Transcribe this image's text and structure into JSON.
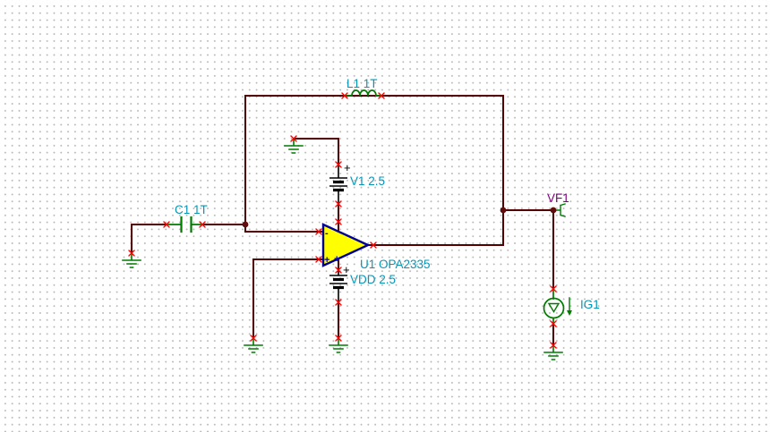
{
  "canvas": {
    "background": "#ffffff",
    "grid_dot_color": "#b9b9b9"
  },
  "colors": {
    "wire": "#550000",
    "component_green": "#007b00",
    "terminal_red": "#ff0000",
    "value_label": "#0795b5",
    "probe_label": "#800080",
    "opamp_fill": "#ffff00",
    "opamp_border": "#000099",
    "battery_black": "#000000"
  },
  "components": {
    "l1": {
      "label": "L1 1T"
    },
    "c1": {
      "label": "C1 1T"
    },
    "v1": {
      "label": "V1 2.5",
      "polarity_sign": "+"
    },
    "u1": {
      "label": "U1 OPA2335",
      "inverting_sign": "-",
      "noninverting_sign": "+",
      "supply_sign": "+"
    },
    "vdd": {
      "label": "VDD 2.5",
      "polarity_sign": "+"
    },
    "vf1": {
      "label": "VF1"
    },
    "ig1": {
      "label": "IG1"
    }
  }
}
